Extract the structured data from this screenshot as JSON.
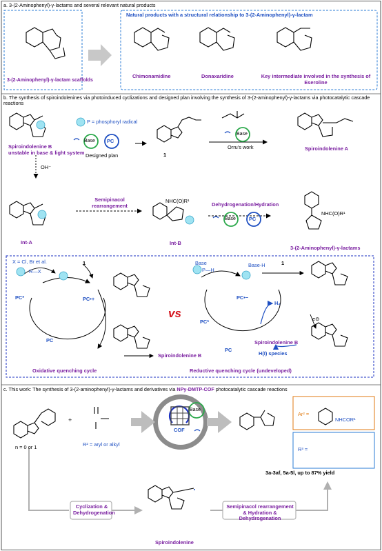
{
  "section_a": {
    "heading": "a. 3-(2-Aminophenyl)-γ-lactams and several relevant natural products",
    "scaffold_label": "3-(2-Aminophenyl)-γ-lactam scaffolds",
    "natural_products_title": "Natural products with a structural relationship to 3-(2-Aminophenyl)-γ-lactam",
    "product_1": "Chimonamidine",
    "product_2": "Donaxaridine",
    "product_3": "Key intermediate involved in the synthesis of Eseroline"
  },
  "section_b": {
    "heading": "b. The synthesis of spiroindolenines via photoinduced cyclizations and designed plan involving the synthesis of 3-(2-aminophenyl)-γ-lactams via photocatalytic cascade reactions",
    "legend_p": "P = phosphoryl radical",
    "base": "Base",
    "pc": "PC",
    "designed_plan": "Designed plan",
    "compound_1": "1",
    "orru_work": "Orru's work",
    "spiro_b_label": "Spiroindolenine B",
    "spiro_b_note": "unstable in base & light system",
    "spiro_a_label": "Spiroindolenine A",
    "oh_label": "OH⁻",
    "int_a": "Int-A",
    "semipinacol": "Semipinacol rearrangement",
    "int_b": "Int-B",
    "dehydro_hydration": "Dehydrogenation/Hydration",
    "lactam_product": "3-(2-Aminophenyl)-γ-lactams",
    "nhc_label": "NHC(O)R¹",
    "cycle_left": {
      "x_note": "X = Cl, Br et al.",
      "r_x": "R—X",
      "pc_star": "PC*",
      "pc_plus": "PC•+",
      "pc": "PC",
      "spiro_b": "Spiroindolenine B",
      "cycle_name": "Oxidative quenching cycle"
    },
    "vs": "vs",
    "cycle_right": {
      "base": "Base",
      "base_h": "Base-H",
      "ph": "P—H",
      "pc_minus": "PC•−",
      "pc_star": "PC*",
      "pc": "PC",
      "h2": "H₂",
      "h_species": "H(I) species",
      "spiro_b": "Spiroindolenine B",
      "electron": "e⊖",
      "cycle_name": "Reductive quenching cycle (undeveloped)"
    }
  },
  "section_c": {
    "heading_prefix": "c. This work: The synthesis of 3-(2-aminophenyl)-γ-lactams and derivatives via ",
    "heading_cof": "NPy-DMTP-COF",
    "heading_suffix": " photocatalytic cascade reactions",
    "n_note": "n = 0 or 1",
    "plus": "+",
    "r2_note": "R² = aryl or alkyl",
    "cof": "COF",
    "base": "Base",
    "ar2_label": "Ar² =",
    "nhcor": "NHCOR¹",
    "r3_label": "R³ =",
    "yield_note": "3a-3af,  5a-5l,  up to 87% yield",
    "step_1": "Cyclization & Dehydrogenation",
    "step_2": "Semipinacol rearrangement & Hydration & Dehydrogenation",
    "spiro_label": "Spiroindolenine"
  },
  "colors": {
    "purple": "#7a1fa0",
    "blue": "#1e4fc2",
    "red": "#c8102e",
    "green": "#2aa84a",
    "orange": "#e07a10",
    "gray_arrow": "#bdbdbd"
  }
}
